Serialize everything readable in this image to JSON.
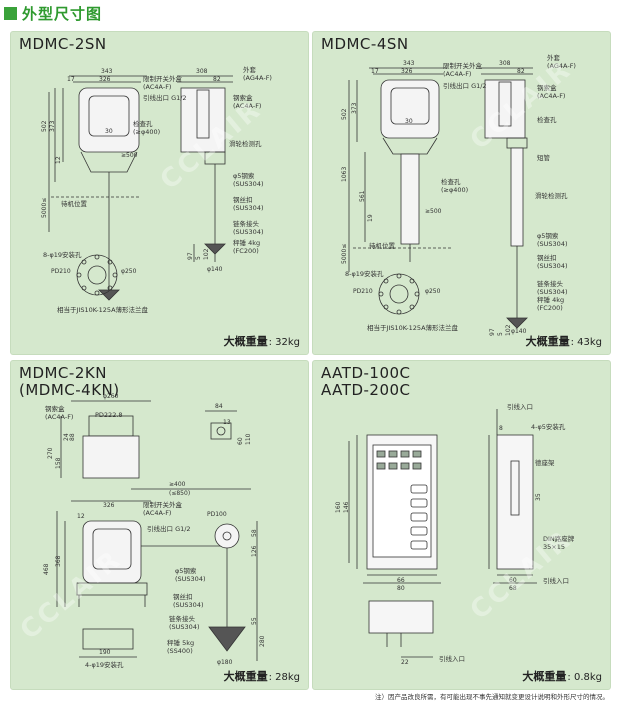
{
  "header": {
    "title": "外型尺寸图"
  },
  "p1": {
    "title": "MDMC-2SN",
    "weight_label": "大概重量",
    "weight_value": ": 32kg",
    "labels": {
      "limit_box": "限制开关外盒\n(AC4A-F)",
      "outer_cover": "外套\n(AG4A-F)",
      "cable_outlet": "引线出口 G1/2",
      "steel_box": "钢索盒\n(AC4A-F)",
      "inspect_hole": "检查孔\n(≥φ400)",
      "slide_wheel": "滑轮检测孔",
      "rope": "φ5钢索\n(SUS304)",
      "clamp": "钢丝扣\n(SUS304)",
      "chain": "链条接头\n(SUS304)",
      "weight": "秤锤 4kg\n(FC200)",
      "standby": "待机位置",
      "bolt": "8-φ19安装孔",
      "flange": "相当于JIS10K-125A薄形法兰盘"
    },
    "dims": {
      "d343": "343",
      "d326": "326",
      "d308": "308",
      "d17": "17",
      "d82": "82",
      "d502": "502",
      "d373": "373",
      "d30": "30",
      "d500": "≥500",
      "d12": "12",
      "d5000": "5000≤",
      "d97": "97",
      "d5": "5",
      "d102": "102",
      "d140": "φ140",
      "d250": "φ250",
      "pd": "PD210"
    }
  },
  "p2": {
    "title": "MDMC-4SN",
    "weight_label": "大概重量",
    "weight_value": ": 43kg",
    "labels": {
      "limit_box": "限制开关外盒\n(AC4A-F)",
      "outer_cover": "外套\n(AG4A-F)",
      "cable_outlet": "引线出口 G1/2",
      "steel_box": "钢索盒\n(AC4A-F)",
      "inspect_hole1": "检查孔",
      "short_pipe": "短管",
      "inspect_hole2": "检查孔\n(≥φ400)",
      "slide_wheel": "滑轮检测孔",
      "rope": "φ5钢索\n(SUS304)",
      "clamp": "钢丝扣\n(SUS304)",
      "chain": "链条接头\n(SUS304)",
      "weight": "秤锤 4kg\n(FC200)",
      "standby": "待机位置",
      "bolt": "8-φ19安装孔",
      "flange": "相当于JIS10K-125A薄形法兰盘"
    },
    "dims": {
      "d343": "343",
      "d326": "326",
      "d308": "308",
      "d17": "17",
      "d82": "82",
      "d502": "502",
      "d373": "373",
      "d30": "30",
      "d1063": "1063",
      "d561": "561",
      "d19": "19",
      "d500": "≥500",
      "d5000": "5000≤",
      "d97": "97",
      "d5": "5",
      "d102": "102",
      "d140": "φ140",
      "d250": "φ250",
      "pd": "PD210"
    }
  },
  "p3": {
    "title": "MDMC-2KN\n(MDMC-4KN)",
    "weight_label": "大概重量",
    "weight_value": ": 28kg",
    "labels": {
      "steel_box": "钢索盒\n(AC4A-F)",
      "pd": "PD222.8",
      "limit_box": "限制开关外盒\n(AC4A-F)",
      "cable_outlet": "引线出口 G1/2",
      "rope": "φ5钢索\n(SUS304)",
      "clamp": "钢丝扣\n(SUS304)",
      "chain": "链条接头\n(SUS304)",
      "weight": "秤锤 5kg\n(SS400)",
      "bolt": "4-φ19安装孔"
    },
    "dims": {
      "d260": "φ260",
      "d84": "84",
      "d60": "60",
      "d110": "110",
      "d13": "13",
      "d270": "270",
      "d158": "158",
      "d24": "24",
      "d88": "88",
      "d400": "≥400",
      "d850": "(≤850)",
      "d326": "326",
      "d12": "12",
      "d100": "PD100",
      "d58": "58",
      "d126": "126",
      "d468": "468",
      "d368": "368",
      "d190": "190",
      "d55": "55",
      "d280": "280",
      "d180": "φ180"
    }
  },
  "p4": {
    "title": "AATD-100C\nAATD-200C",
    "weight_label": "大概重量",
    "weight_value": ": 0.8kg",
    "labels": {
      "cable_in_top": "引线入口",
      "mount_holes": "4-φ5安装孔",
      "rail": "德座架",
      "din": "DIN路座牌\n35×15",
      "cable_in_side": "引线入口",
      "cable_in_bottom": "引线入口"
    },
    "dims": {
      "d160": "160",
      "d146": "146",
      "d66": "66",
      "d80": "80",
      "d60": "60",
      "d68": "68",
      "d8": "8",
      "d35": "35",
      "d22": "22"
    }
  },
  "footer": {
    "note": "注）因产品改良所需，有可能出现不事先通知就变更设计说明和外形尺寸的情况。"
  },
  "watermark": "CCLAIR"
}
